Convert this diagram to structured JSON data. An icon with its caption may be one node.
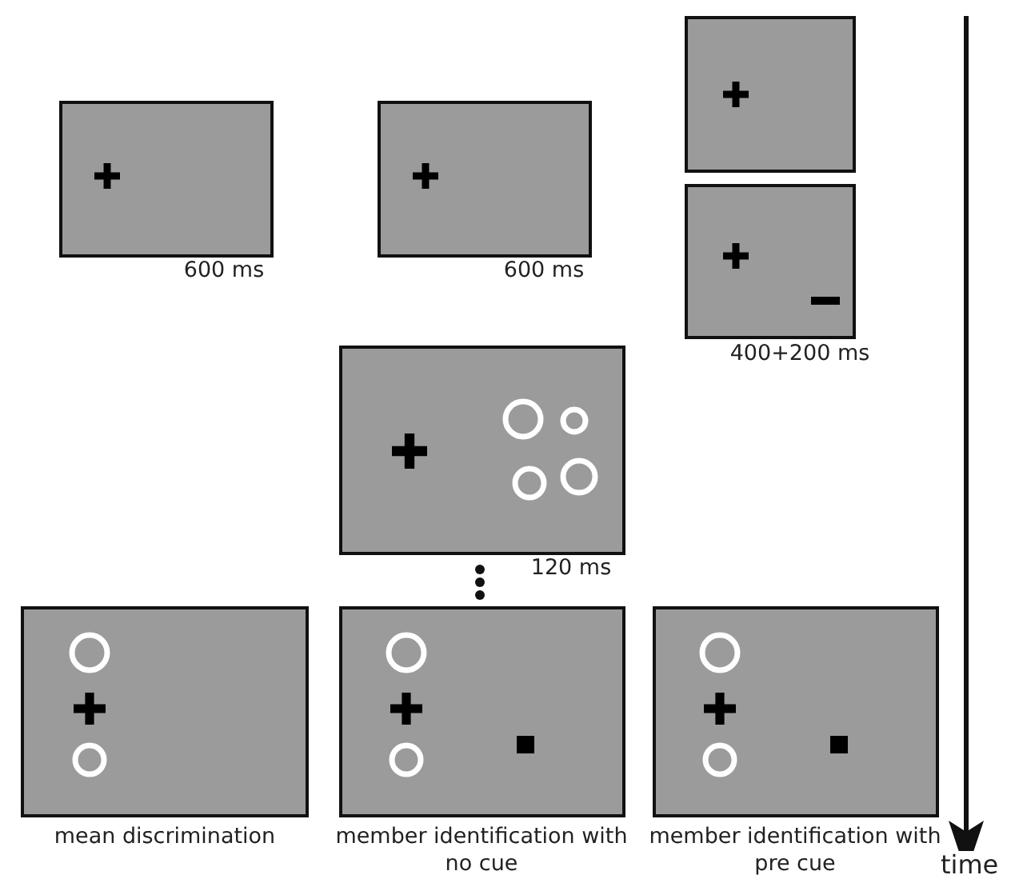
{
  "diagram": {
    "nodes": [
      {
        "text": [],
        "shape": "box",
        "beside": [
          "600 ms"
        ]
      },
      {
        "text": [],
        "shape": "box",
        "beside": [
          "600 ms"
        ]
      },
      {
        "text": [],
        "shape": "box"
      },
      {
        "text": [],
        "shape": "box",
        "beside": [
          "400+200 ms"
        ]
      },
      {
        "text": [],
        "shape": "box",
        "beside": [
          "120 ms"
        ]
      },
      {
        "text": [],
        "shape": "box",
        "beside": [
          "mean discrimination"
        ]
      },
      {
        "text": [],
        "shape": "box",
        "beside": [
          "member identification with no cue"
        ]
      },
      {
        "text": [],
        "shape": "box",
        "beside": [
          "member identification with pre cue"
        ]
      }
    ],
    "edges": [],
    "labels": [
      "time"
    ]
  }
}
